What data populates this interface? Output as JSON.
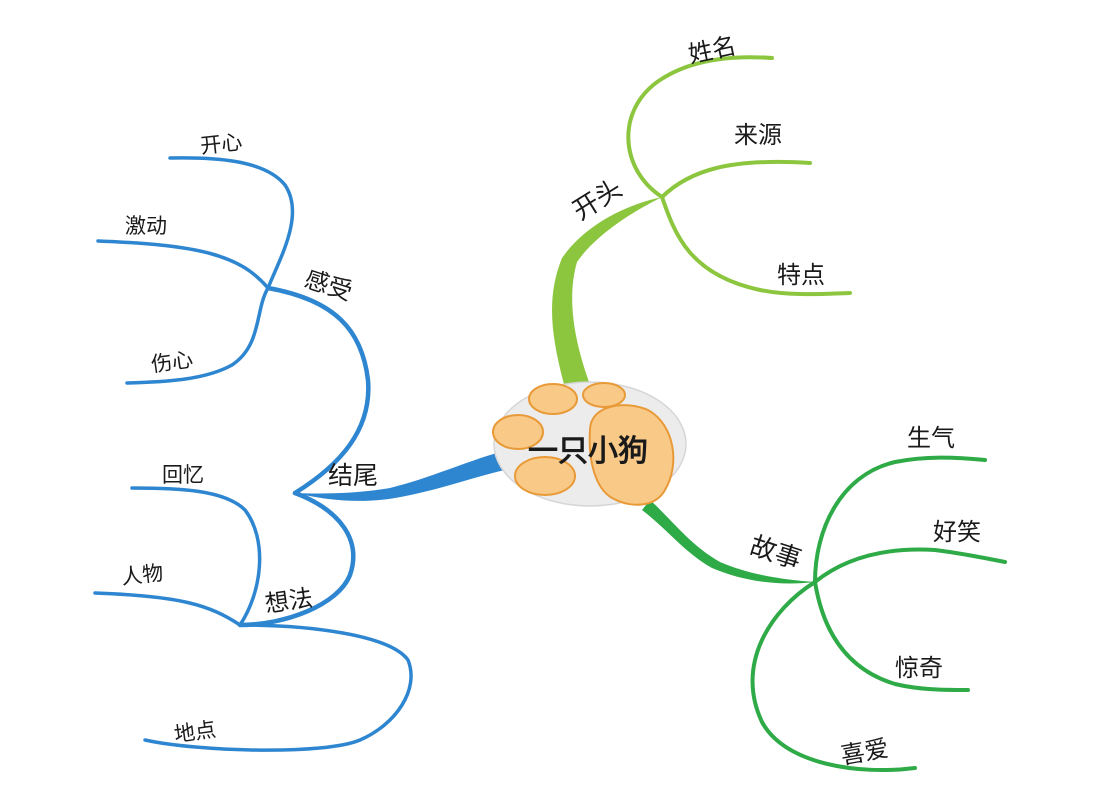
{
  "center": {
    "label": "一只小狗"
  },
  "colors": {
    "intro": "#8cc63f",
    "story": "#2eaa47",
    "ending": "#2e86d1",
    "pad_fill": "#f8c987",
    "pad_stroke": "#e99a38",
    "disc_fill": "#ececec"
  },
  "branches": {
    "intro": {
      "label": "开头",
      "children": [
        "姓名",
        "来源",
        "特点"
      ]
    },
    "story": {
      "label": "故事",
      "children": [
        "生气",
        "好笑",
        "惊奇",
        "喜爱"
      ]
    },
    "ending": {
      "label": "结尾",
      "subs": {
        "feeling": {
          "label": "感受",
          "children": [
            "开心",
            "激动",
            "伤心"
          ]
        },
        "thought": {
          "label": "想法",
          "children": [
            "回忆",
            "人物",
            "地点"
          ]
        }
      }
    }
  }
}
